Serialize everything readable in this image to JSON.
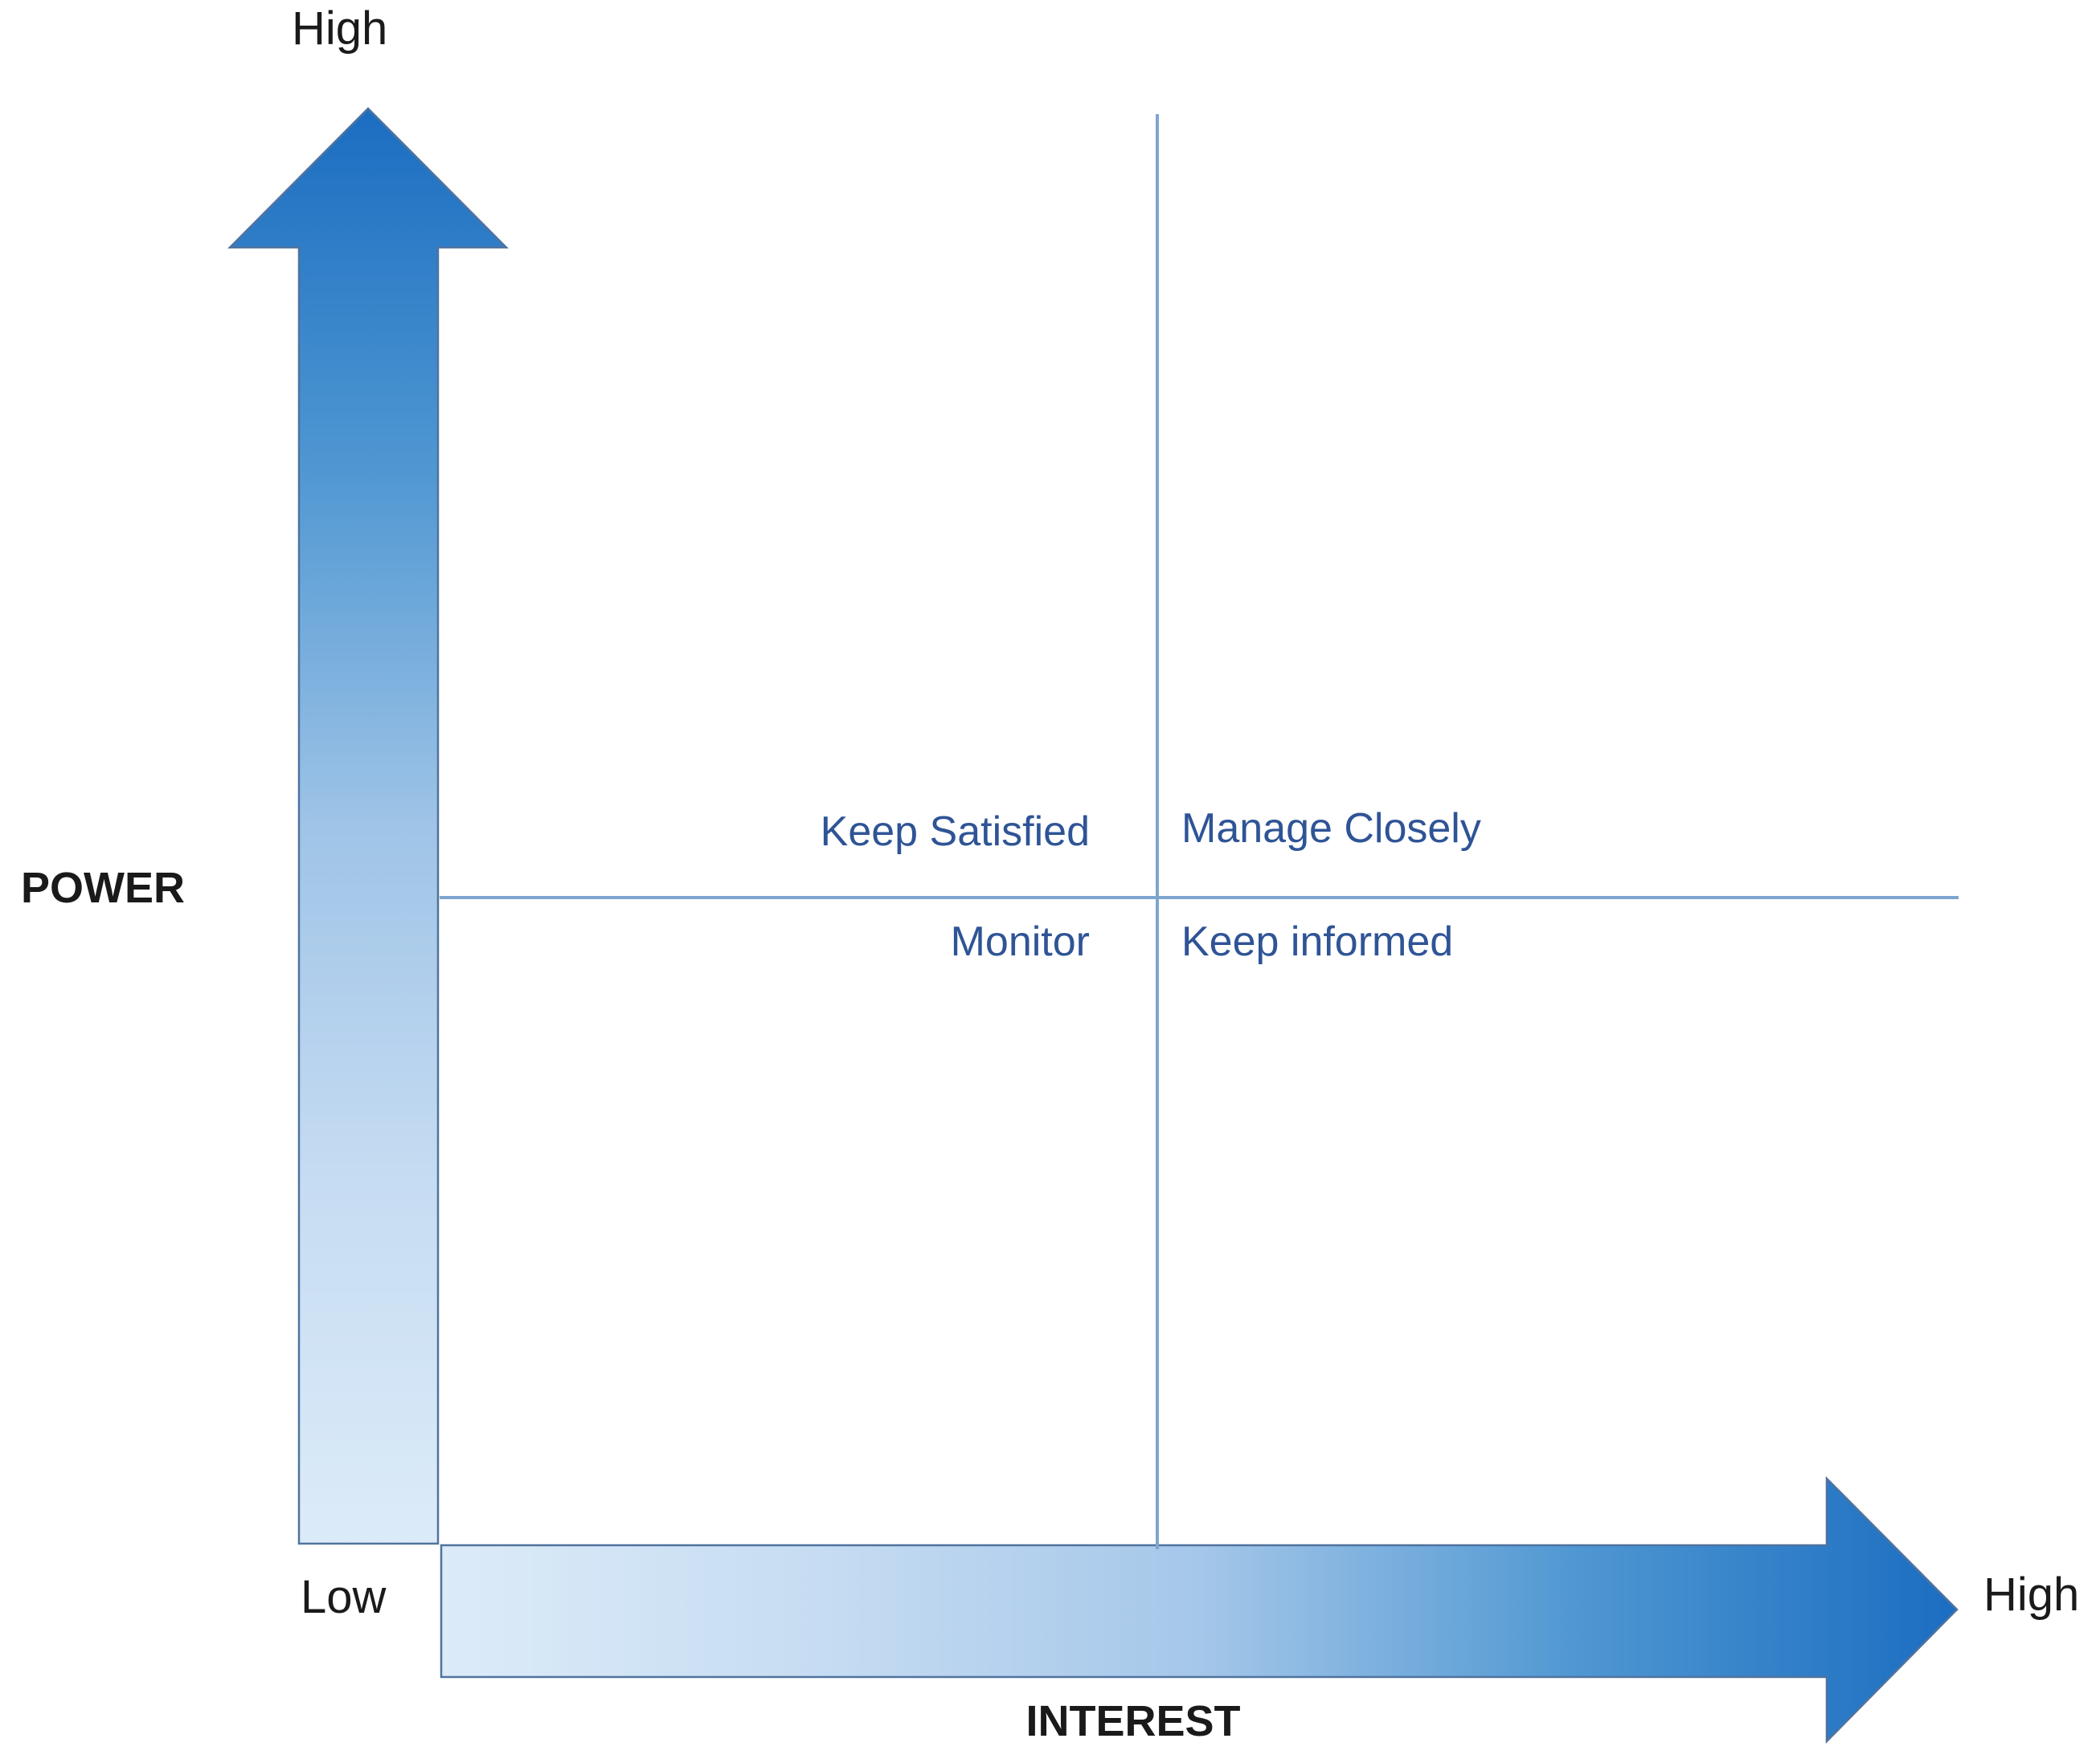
{
  "diagram": {
    "axes": {
      "power": {
        "label": "POWER",
        "high": "High"
      },
      "interest": {
        "label": "INTEREST",
        "high": "High"
      },
      "origin": {
        "low": "Low"
      }
    },
    "quadrants": {
      "top_left": "Keep Satisfied",
      "top_right": "Manage Closely",
      "bottom_left": "Monitor",
      "bottom_right": "Keep informed"
    },
    "colors": {
      "arrow_dark": "#1b6dc1",
      "arrow_mid": "#4f97d2",
      "arrow_light": "#dcebf8",
      "arrow_outline": "#50739e",
      "divider_line": "#7da5cf",
      "quadrant_text": "#2f5496",
      "axis_text": "#1a1a1a"
    }
  }
}
